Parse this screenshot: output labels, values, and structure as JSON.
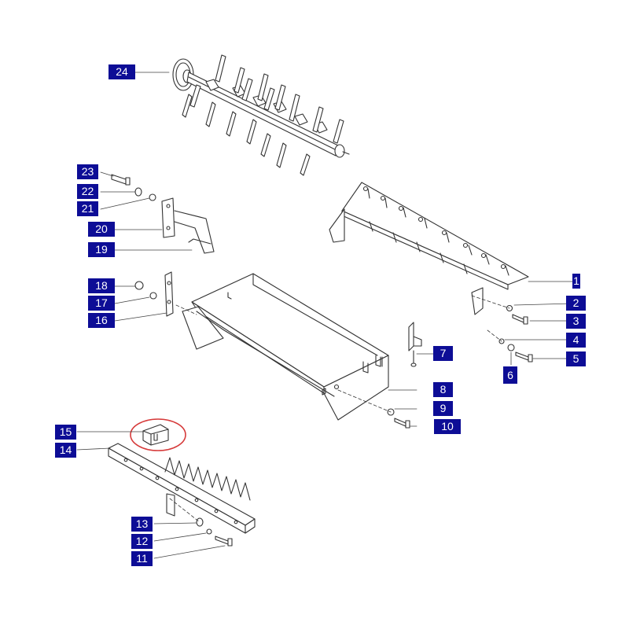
{
  "diagram": {
    "type": "exploded-parts-diagram",
    "highlight_color": "#d63a3a",
    "callout_color": "#0d0d96",
    "line_color": "#3a3a3a",
    "callouts": {
      "c1": "1",
      "c2": "2",
      "c3": "3",
      "c4": "4",
      "c5": "5",
      "c6": "6",
      "c7": "7",
      "c8": "8",
      "c9": "9",
      "c10": "10",
      "c11": "11",
      "c12": "12",
      "c13": "13",
      "c14": "14",
      "c15": "15",
      "c16": "16",
      "c17": "17",
      "c18": "18",
      "c19": "19",
      "c20": "20",
      "c21": "21",
      "c22": "22",
      "c23": "23",
      "c24": "24"
    }
  }
}
